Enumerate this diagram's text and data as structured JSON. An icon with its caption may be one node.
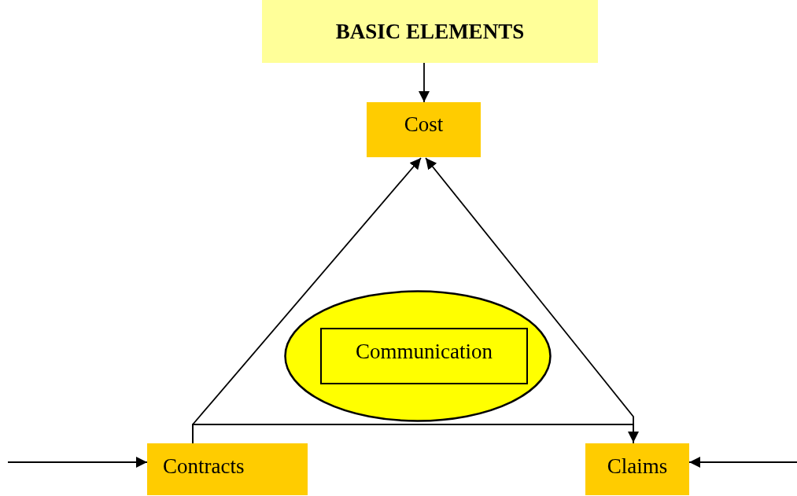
{
  "diagram": {
    "nodes": [
      {
        "text": [
          "BASIC ELEMENTS"
        ]
      },
      {
        "text": [
          "Cost"
        ]
      },
      {
        "text": [],
        "shape": "ellipse"
      },
      {
        "text": [
          "Communication"
        ],
        "in": 2
      },
      {
        "text": [
          "Contracts"
        ]
      },
      {
        "text": [
          "Claims"
        ]
      }
    ],
    "edges": [
      {
        "from": 0,
        "to": 1,
        "arrow": "to"
      },
      {
        "from": 4,
        "to": 1,
        "arrow": "to"
      },
      {
        "from": 5,
        "to": 1,
        "arrow": "to"
      },
      {
        "from": 4,
        "to": 5,
        "arrow": "to"
      },
      {
        "from": null,
        "to": 4,
        "arrow": "to"
      },
      {
        "from": null,
        "to": 5,
        "arrow": "to"
      }
    ]
  }
}
